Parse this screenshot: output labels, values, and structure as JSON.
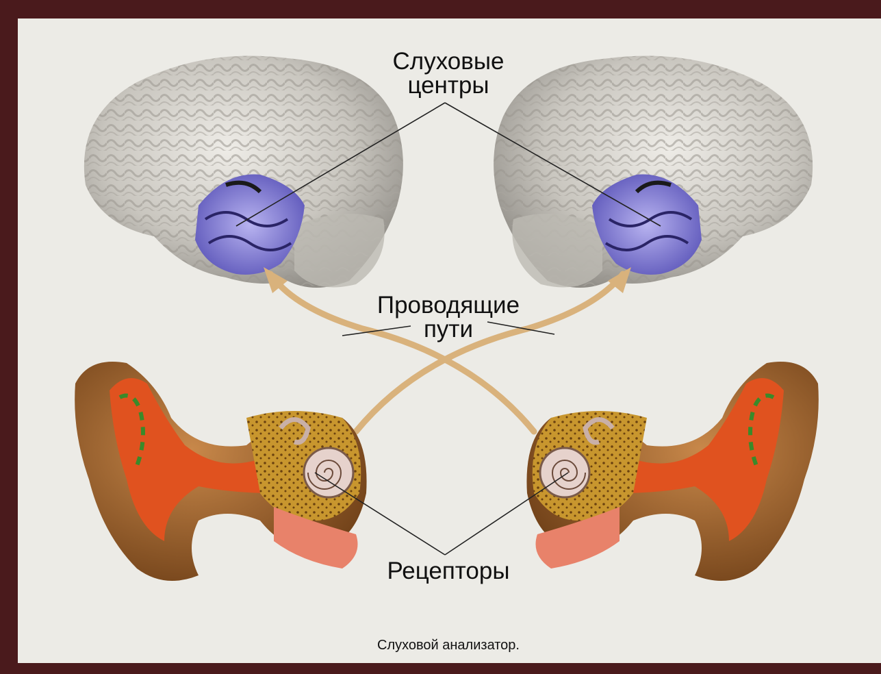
{
  "labels": {
    "auditory_centers_line1": "Слуховые",
    "auditory_centers_line2": "центры",
    "pathways_line1": "Проводящие",
    "pathways_line2": "пути",
    "receptors": "Рецепторы"
  },
  "caption": "Слуховой анализатор.",
  "colors": {
    "frame": "#4a1a1c",
    "background": "#ecebe6",
    "brain": "#c9c6bf",
    "brain_folds": "#8d8a84",
    "auditory_cortex": "#8c86d8",
    "pathway": "#d9b27c",
    "ear_outer": "#8a5a2c",
    "ear_inner": "#e0521f",
    "bone": "#c8962e"
  }
}
